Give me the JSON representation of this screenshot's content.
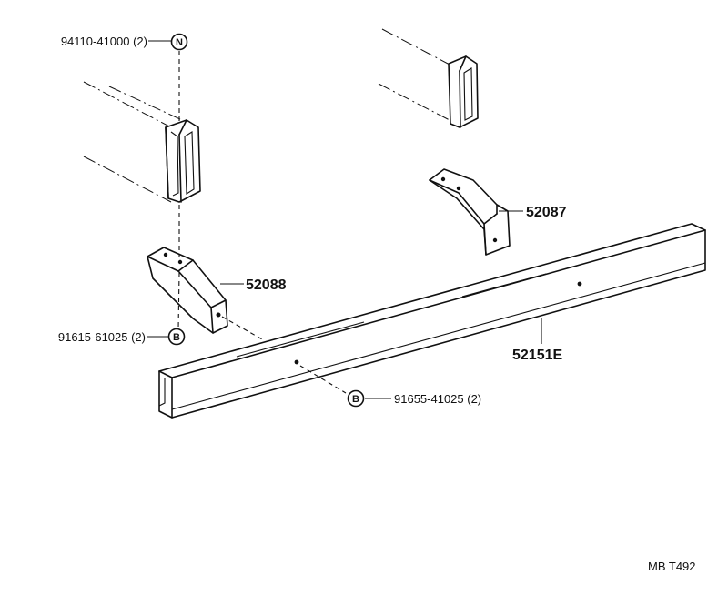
{
  "diagram": {
    "parts": [
      {
        "id": "part-52087",
        "label": "52087"
      },
      {
        "id": "part-52088",
        "label": "52088"
      },
      {
        "id": "part-52151e",
        "label": "52151E"
      }
    ],
    "fasteners": [
      {
        "id": "bolt-94110",
        "label": "94110-41000 (2)",
        "badge": "N"
      },
      {
        "id": "bolt-91615",
        "label": "91615-61025 (2)",
        "badge": "B"
      },
      {
        "id": "bolt-91655",
        "label": "91655-41025 (2)",
        "badge": "B"
      }
    ],
    "drawing_code": "MB T492"
  }
}
